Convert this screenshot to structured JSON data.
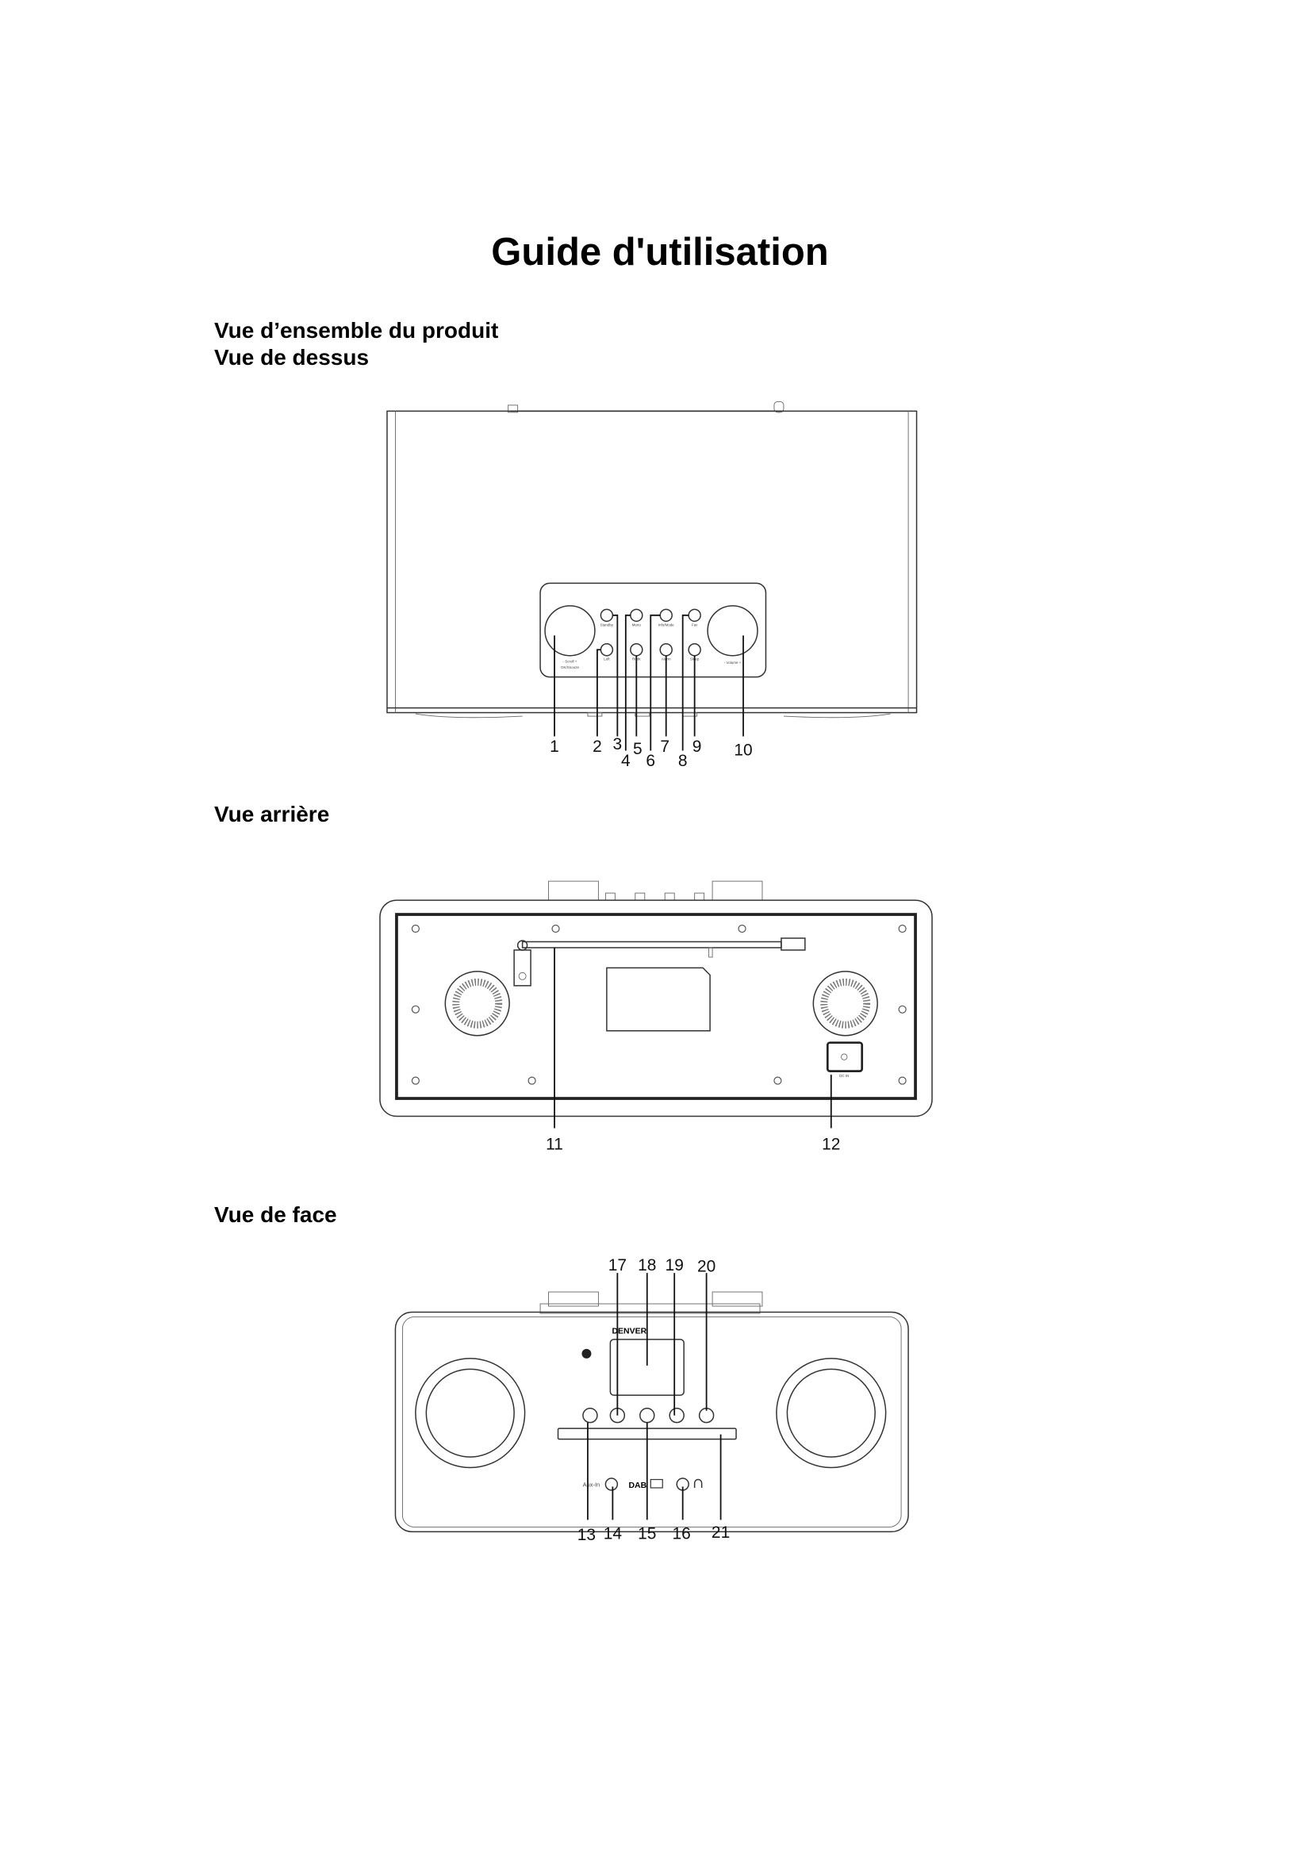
{
  "title": "Guide d'utilisation",
  "sections": {
    "overview": "Vue d’ensemble du produit",
    "top": "Vue de dessus",
    "back": "Vue arrière",
    "front": "Vue de face"
  },
  "top_view": {
    "button_labels": [
      "Standby",
      "Menu",
      "Info/Mode",
      "Fav",
      "Left",
      "Right",
      "Alarm",
      "Sleep",
      "- Scroll +",
      "OK/Snooze",
      "- Volume +"
    ],
    "callouts": [
      "1",
      "2",
      "3",
      "4",
      "5",
      "6",
      "7",
      "8",
      "9",
      "10"
    ]
  },
  "back_view": {
    "dc_label": "DC IN",
    "callouts": [
      "11",
      "12"
    ]
  },
  "front_view": {
    "brand": "DENVER",
    "aux_label": "Aux-In",
    "dab_label": "DAB",
    "callouts": [
      "13",
      "14",
      "15",
      "16",
      "17",
      "18",
      "19",
      "20",
      "21"
    ]
  }
}
